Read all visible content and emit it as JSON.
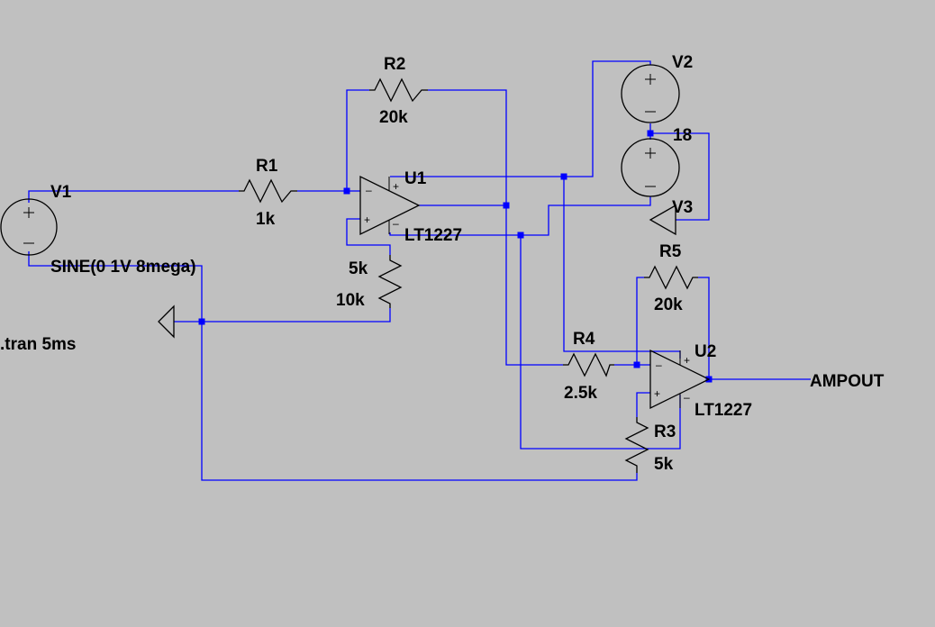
{
  "colors": {
    "background": "#c0c0c0",
    "wire": "#0000ff",
    "junction": "#0000ff",
    "symbol": "#000000",
    "text": "#000000"
  },
  "components": {
    "V1": {
      "name": "V1",
      "value": "SINE(0 1V 8mega)"
    },
    "V2": {
      "name": "V2",
      "value": "18"
    },
    "V3": {
      "name": "V3"
    },
    "R1": {
      "name": "R1",
      "value": "1k"
    },
    "R2": {
      "name": "R2",
      "value": "20k"
    },
    "R3": {
      "name": "R3",
      "value": "5k"
    },
    "R4": {
      "name": "R4",
      "value": "2.5k"
    },
    "R5": {
      "name": "R5",
      "value": "20k"
    },
    "Rg": {
      "value1": "5k",
      "value2": "10k"
    },
    "U1": {
      "name": "U1",
      "part": "LT1227"
    },
    "U2": {
      "name": "U2",
      "part": "LT1227"
    }
  },
  "net_labels": {
    "output": "AMPOUT"
  },
  "directives": {
    "tran": ".tran 5ms"
  },
  "symbols": {
    "source": "voltage-source-icon",
    "ground": "ground-icon",
    "opamp": "opamp-icon",
    "resistor": "resistor-icon"
  }
}
